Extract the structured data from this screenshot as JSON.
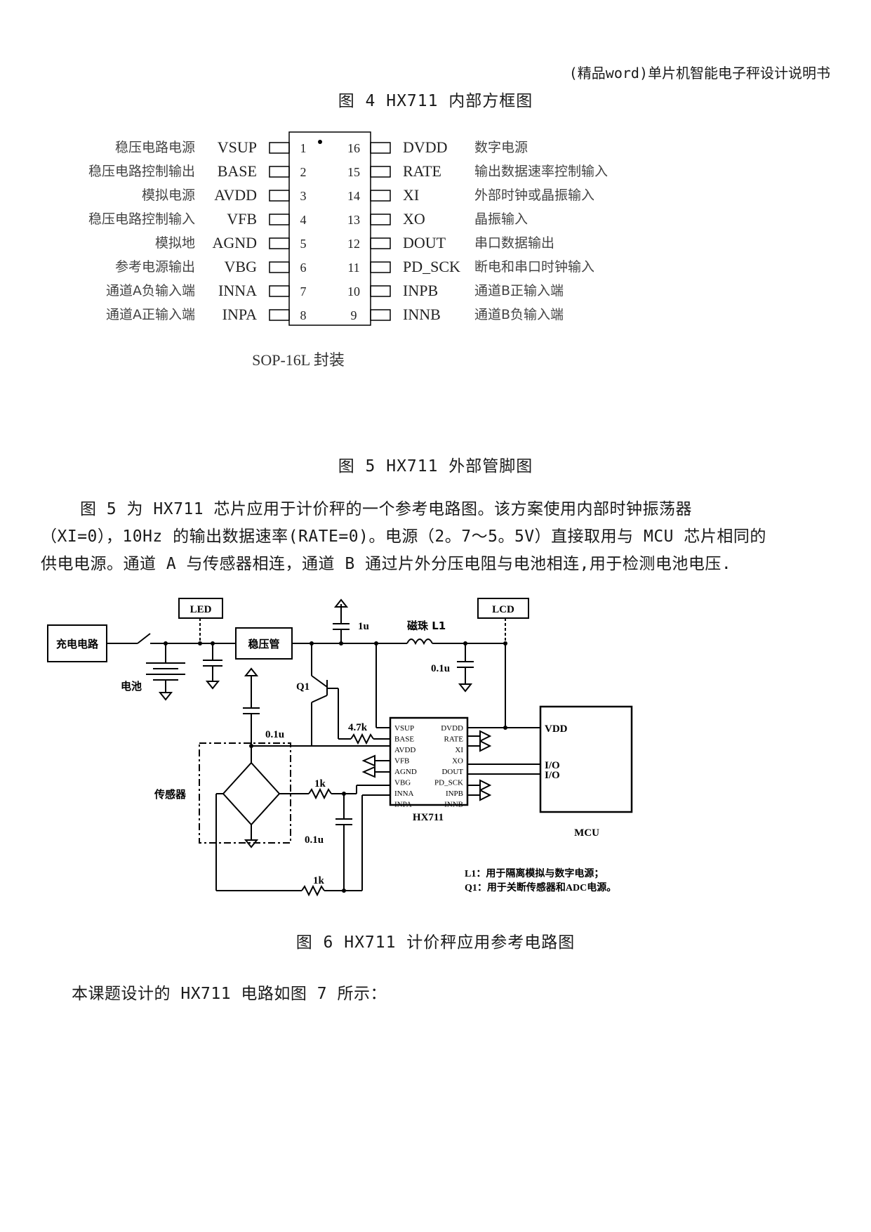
{
  "header": "(精品word)单片机智能电子秤设计说明书",
  "fig4_caption": "图 4  HX711 内部方框图",
  "pinout": {
    "left_pins": [
      {
        "num": "1",
        "name": "VSUP",
        "desc": "稳压电路电源"
      },
      {
        "num": "2",
        "name": "BASE",
        "desc": "稳压电路控制输出"
      },
      {
        "num": "3",
        "name": "AVDD",
        "desc": "模拟电源"
      },
      {
        "num": "4",
        "name": "VFB",
        "desc": "稳压电路控制输入"
      },
      {
        "num": "5",
        "name": "AGND",
        "desc": "模拟地"
      },
      {
        "num": "6",
        "name": "VBG",
        "desc": "参考电源输出"
      },
      {
        "num": "7",
        "name": "INNA",
        "desc": "通道A负输入端"
      },
      {
        "num": "8",
        "name": "INPA",
        "desc": "通道A正输入端"
      }
    ],
    "right_pins": [
      {
        "num": "16",
        "name": "DVDD",
        "desc": "数字电源"
      },
      {
        "num": "15",
        "name": "RATE",
        "desc": "输出数据速率控制输入"
      },
      {
        "num": "14",
        "name": "XI",
        "desc": "外部时钟或晶振输入"
      },
      {
        "num": "13",
        "name": "XO",
        "desc": "晶振输入"
      },
      {
        "num": "12",
        "name": "DOUT",
        "desc": "串口数据输出"
      },
      {
        "num": "11",
        "name": "PD_SCK",
        "desc": "断电和串口时钟输入"
      },
      {
        "num": "10",
        "name": "INPB",
        "desc": "通道B正输入端"
      },
      {
        "num": "9",
        "name": "INNB",
        "desc": "通道B负输入端"
      }
    ],
    "package": "SOP-16L 封装"
  },
  "fig5_caption": "图 5  HX711 外部管脚图",
  "paragraph1": [
    "图 5 为 HX711 芯片应用于计价秤的一个参考电路图。该方案使用内部时钟振荡器",
    "（XI=0），10Hz 的输出数据速率(RATE=0)。电源（2。7～5。5V）直接取用与 MCU 芯片相同的",
    "供电电源。通道 A 与传感器相连，通道 B 通过片外分压电阻与电池相连,用于检测电池电压."
  ],
  "circuit": {
    "charge": "充电电路",
    "battery": "电池",
    "led": "LED",
    "regulator": "稳压管",
    "lcd": "LCD",
    "cap_1u": "1u",
    "bead": "磁珠 L1",
    "cap_01u_a": "0.1u",
    "q1": "Q1",
    "r_47k": "4.7k",
    "cap_01u_b": "0.1u",
    "sensor": "传感器",
    "r_1k_a": "1k",
    "cap_01u_c": "0.1u",
    "r_1k_b": "1k",
    "chip_name": "HX711",
    "chip_left": [
      "VSUP",
      "BASE",
      "AVDD",
      "VFB",
      "AGND",
      "VBG",
      "INNA",
      "INPA"
    ],
    "chip_right": [
      "DVDD",
      "RATE",
      "XI",
      "XO",
      "DOUT",
      "PD_SCK",
      "INPB",
      "INNB"
    ],
    "mcu_vdd": "VDD",
    "mcu_io1": "I/O",
    "mcu_io2": "I/O",
    "mcu": "MCU",
    "note1": "L1：用于隔离模拟与数字电源；",
    "note2": "Q1：用于关断传感器和ADC电源。"
  },
  "fig6_caption": "图 6  HX711 计价秤应用参考电路图",
  "paragraph2": "本课题设计的 HX711 电路如图 7 所示："
}
